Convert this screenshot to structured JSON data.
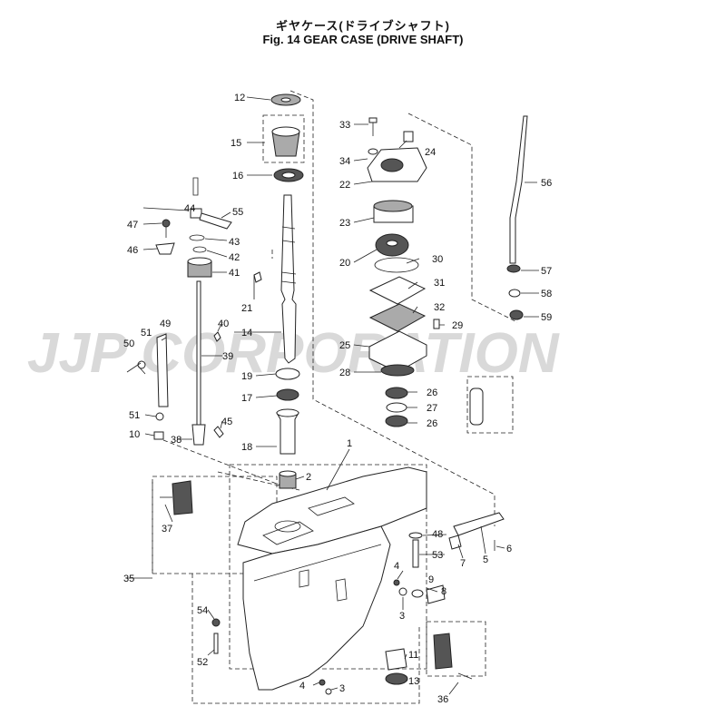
{
  "header": {
    "title_jp": "ギヤケース(ドライブシャフト)",
    "title_en": "Fig. 14   GEAR CASE (DRIVE SHAFT)"
  },
  "watermark": "JJP CORPORATION",
  "callouts": [
    "1",
    "2",
    "3",
    "4",
    "5",
    "6",
    "7",
    "8",
    "9",
    "10",
    "11",
    "12",
    "13",
    "14",
    "15",
    "16",
    "17",
    "18",
    "19",
    "20",
    "21",
    "22",
    "23",
    "24",
    "25",
    "26",
    "27",
    "28",
    "29",
    "30",
    "31",
    "32",
    "33",
    "34",
    "35",
    "36",
    "37",
    "38",
    "39",
    "40",
    "41",
    "42",
    "43",
    "44",
    "45",
    "46",
    "47",
    "48",
    "49",
    "50",
    "51",
    "52",
    "53",
    "54",
    "55",
    "56",
    "57",
    "58",
    "59"
  ]
}
